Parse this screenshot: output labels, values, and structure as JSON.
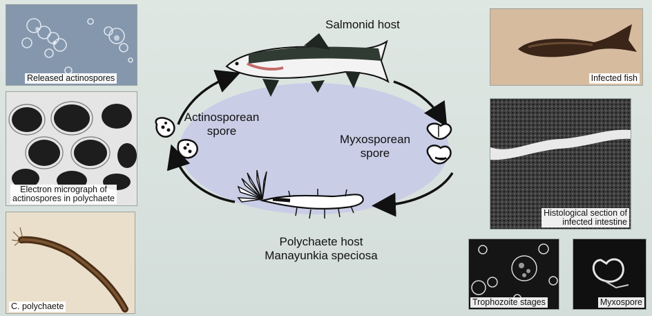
{
  "diagram": {
    "salmonid_host": "Salmonid host",
    "actinosporean_spore": [
      "Actinosporean",
      "spore"
    ],
    "myxosporean_spore": [
      "Myxosporean",
      "spore"
    ],
    "polychaete_host": [
      "Polychaete host",
      "Manayunkia speciosa"
    ]
  },
  "photos": {
    "released_actinospores": "Released actinospores",
    "electron_micrograph": [
      "Electron micrograph of",
      "actinospores in polychaete"
    ],
    "c_polychaete": "C. polychaete",
    "infected_fish": "Infected fish",
    "histological_section": [
      "Histological section of",
      "infected intestine"
    ],
    "trophozoite_stages": "Trophozoite stages",
    "myxospore": "Myxospore"
  },
  "colors": {
    "background": "#dae3df",
    "ellipse_fill": "#c8cde6",
    "arrow": "#111111"
  }
}
